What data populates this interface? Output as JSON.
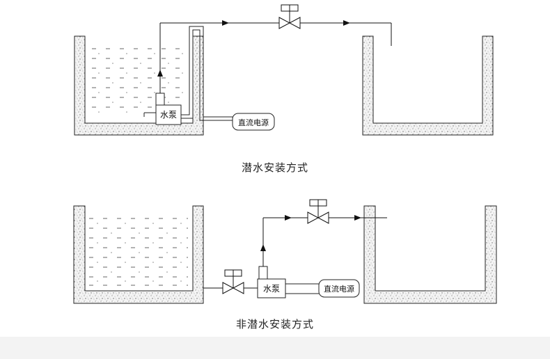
{
  "diagrams": {
    "submersible": {
      "caption": "潜水安装方式",
      "pump_label": "水泵",
      "power_label": "直流电源"
    },
    "non_submersible": {
      "caption": "非潜水安装方式",
      "pump_label": "水泵",
      "power_label": "直流电源"
    }
  }
}
